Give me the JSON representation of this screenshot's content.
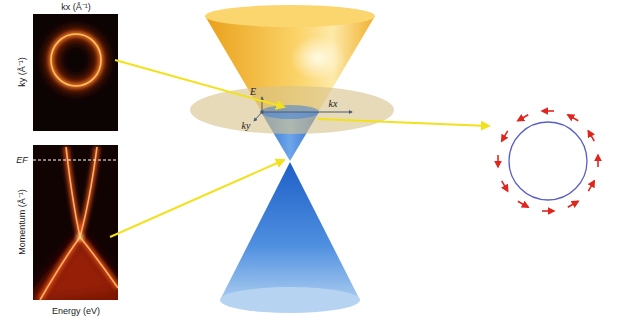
{
  "diagram": {
    "labels": [
      "kx (Å⁻¹)",
      "ky (Å⁻¹)",
      "EF",
      "Momentum (Å⁻¹)",
      "Energy (eV)",
      "E",
      "ky",
      "kx"
    ]
  }
}
